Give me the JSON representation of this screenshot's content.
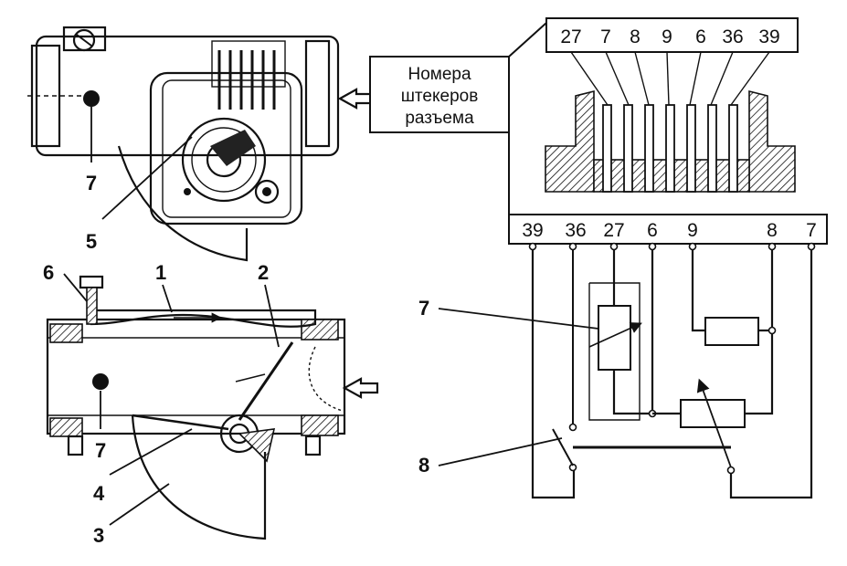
{
  "connector_caption": [
    "Номера",
    "штекеров",
    "разъема"
  ],
  "top_pins": [
    "27",
    "7",
    "8",
    "9",
    "6",
    "36",
    "39"
  ],
  "bottom_pins": [
    "39",
    "36",
    "27",
    "6",
    "9",
    "8",
    "7"
  ],
  "part_labels": {
    "top_view_7": "7",
    "top_view_5": "5",
    "side_6": "6",
    "side_1": "1",
    "side_2": "2",
    "side_7": "7",
    "side_4": "4",
    "side_3": "3",
    "circuit_7": "7",
    "circuit_8": "8"
  }
}
